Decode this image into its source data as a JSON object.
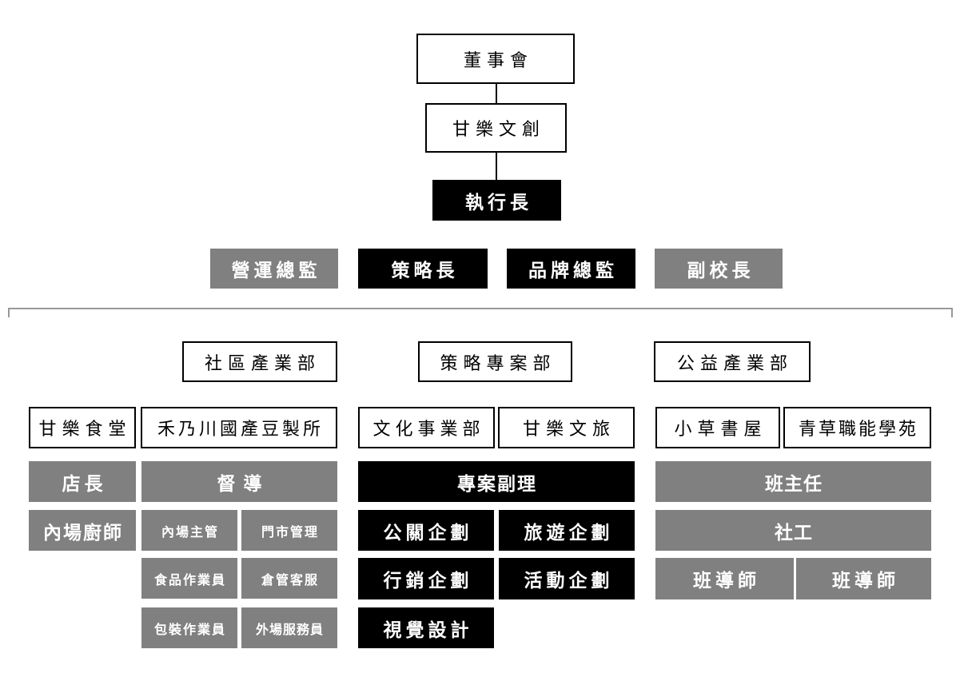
{
  "top": {
    "board": "董事會",
    "company": "甘樂文創",
    "ceo": "執行長"
  },
  "executives": [
    "營運總監",
    "策略長",
    "品牌總監",
    "副校長"
  ],
  "departments": {
    "community": {
      "name": "社區產業部",
      "units": [
        "甘樂食堂",
        "禾乃川國產豆製所"
      ],
      "roles": {
        "store_manager": "店長",
        "kitchen_chef": "內場廚師",
        "supervisor": "督導",
        "kitchen_head": "內場主管",
        "store_management": "門市管理",
        "food_worker": "食品作業員",
        "warehouse_cs": "倉管客服",
        "packing_worker": "包裝作業員",
        "floor_staff": "外場服務員"
      }
    },
    "strategy": {
      "name": "策略專案部",
      "units": [
        "文化事業部",
        "甘樂文旅"
      ],
      "roles": {
        "deputy": "專案副理",
        "pr": "公關企劃",
        "travel": "旅遊企劃",
        "marketing": "行銷企劃",
        "events": "活動企劃",
        "visual": "視覺設計"
      }
    },
    "charity": {
      "name": "公益產業部",
      "units": [
        "小草書屋",
        "青草職能學苑"
      ],
      "roles": {
        "head_teacher": "班主任",
        "social_worker": "社工",
        "tutor_1": "班導師",
        "tutor_2": "班導師"
      }
    }
  }
}
